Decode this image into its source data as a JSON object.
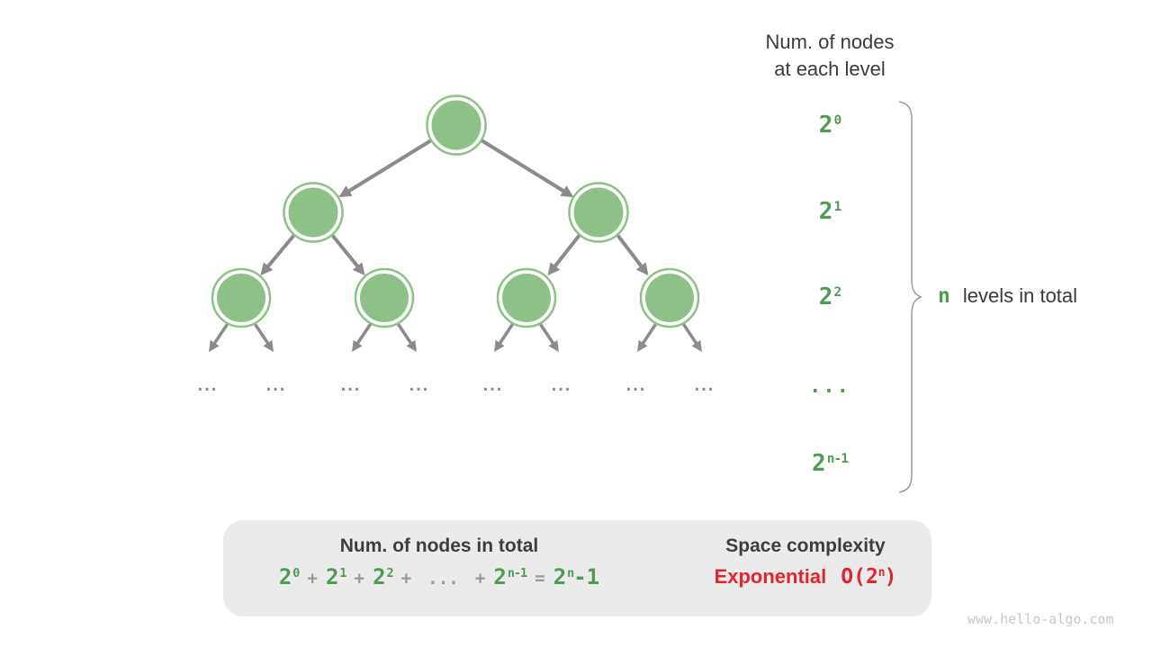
{
  "header": {
    "line1": "Num. of nodes",
    "line2": "at each level"
  },
  "levels": [
    {
      "base": "2",
      "sup": "0"
    },
    {
      "base": "2",
      "sup": "1"
    },
    {
      "base": "2",
      "sup": "2"
    },
    {
      "text": "..."
    },
    {
      "base": "2",
      "sup": "n-1"
    }
  ],
  "brace_label": {
    "n": "n",
    "text": "levels in total"
  },
  "tree": {
    "ellipsis": "..."
  },
  "summary": {
    "total_title": "Num. of nodes in total",
    "formula_tokens": [
      {
        "type": "term",
        "base": "2",
        "sup": "0"
      },
      {
        "type": "op",
        "text": "+"
      },
      {
        "type": "term",
        "base": "2",
        "sup": "1"
      },
      {
        "type": "op",
        "text": "+"
      },
      {
        "type": "term",
        "base": "2",
        "sup": "2"
      },
      {
        "type": "op",
        "text": "+"
      },
      {
        "type": "op",
        "text": "..."
      },
      {
        "type": "op",
        "text": "+"
      },
      {
        "type": "term",
        "base": "2",
        "sup": "n-1"
      },
      {
        "type": "op",
        "text": "="
      },
      {
        "type": "term",
        "base": "2",
        "sup": "n",
        "suffix": "-1"
      }
    ],
    "space_title": "Space complexity",
    "complexity_name": "Exponential",
    "complexity_big_o": {
      "base": "O(2",
      "sup": "n",
      "suffix": ")"
    }
  },
  "watermark": "www.hello-algo.com",
  "colors": {
    "node_green": "#8cc286",
    "label_green": "#4e9b52",
    "edge_gray": "#8b8b8b",
    "operator_gray": "#98999b",
    "box_background": "#ebebeb",
    "dark_text": "#3a3a3a",
    "complexity_red": "#e2242e",
    "watermark_gray": "#c6c9cb"
  }
}
